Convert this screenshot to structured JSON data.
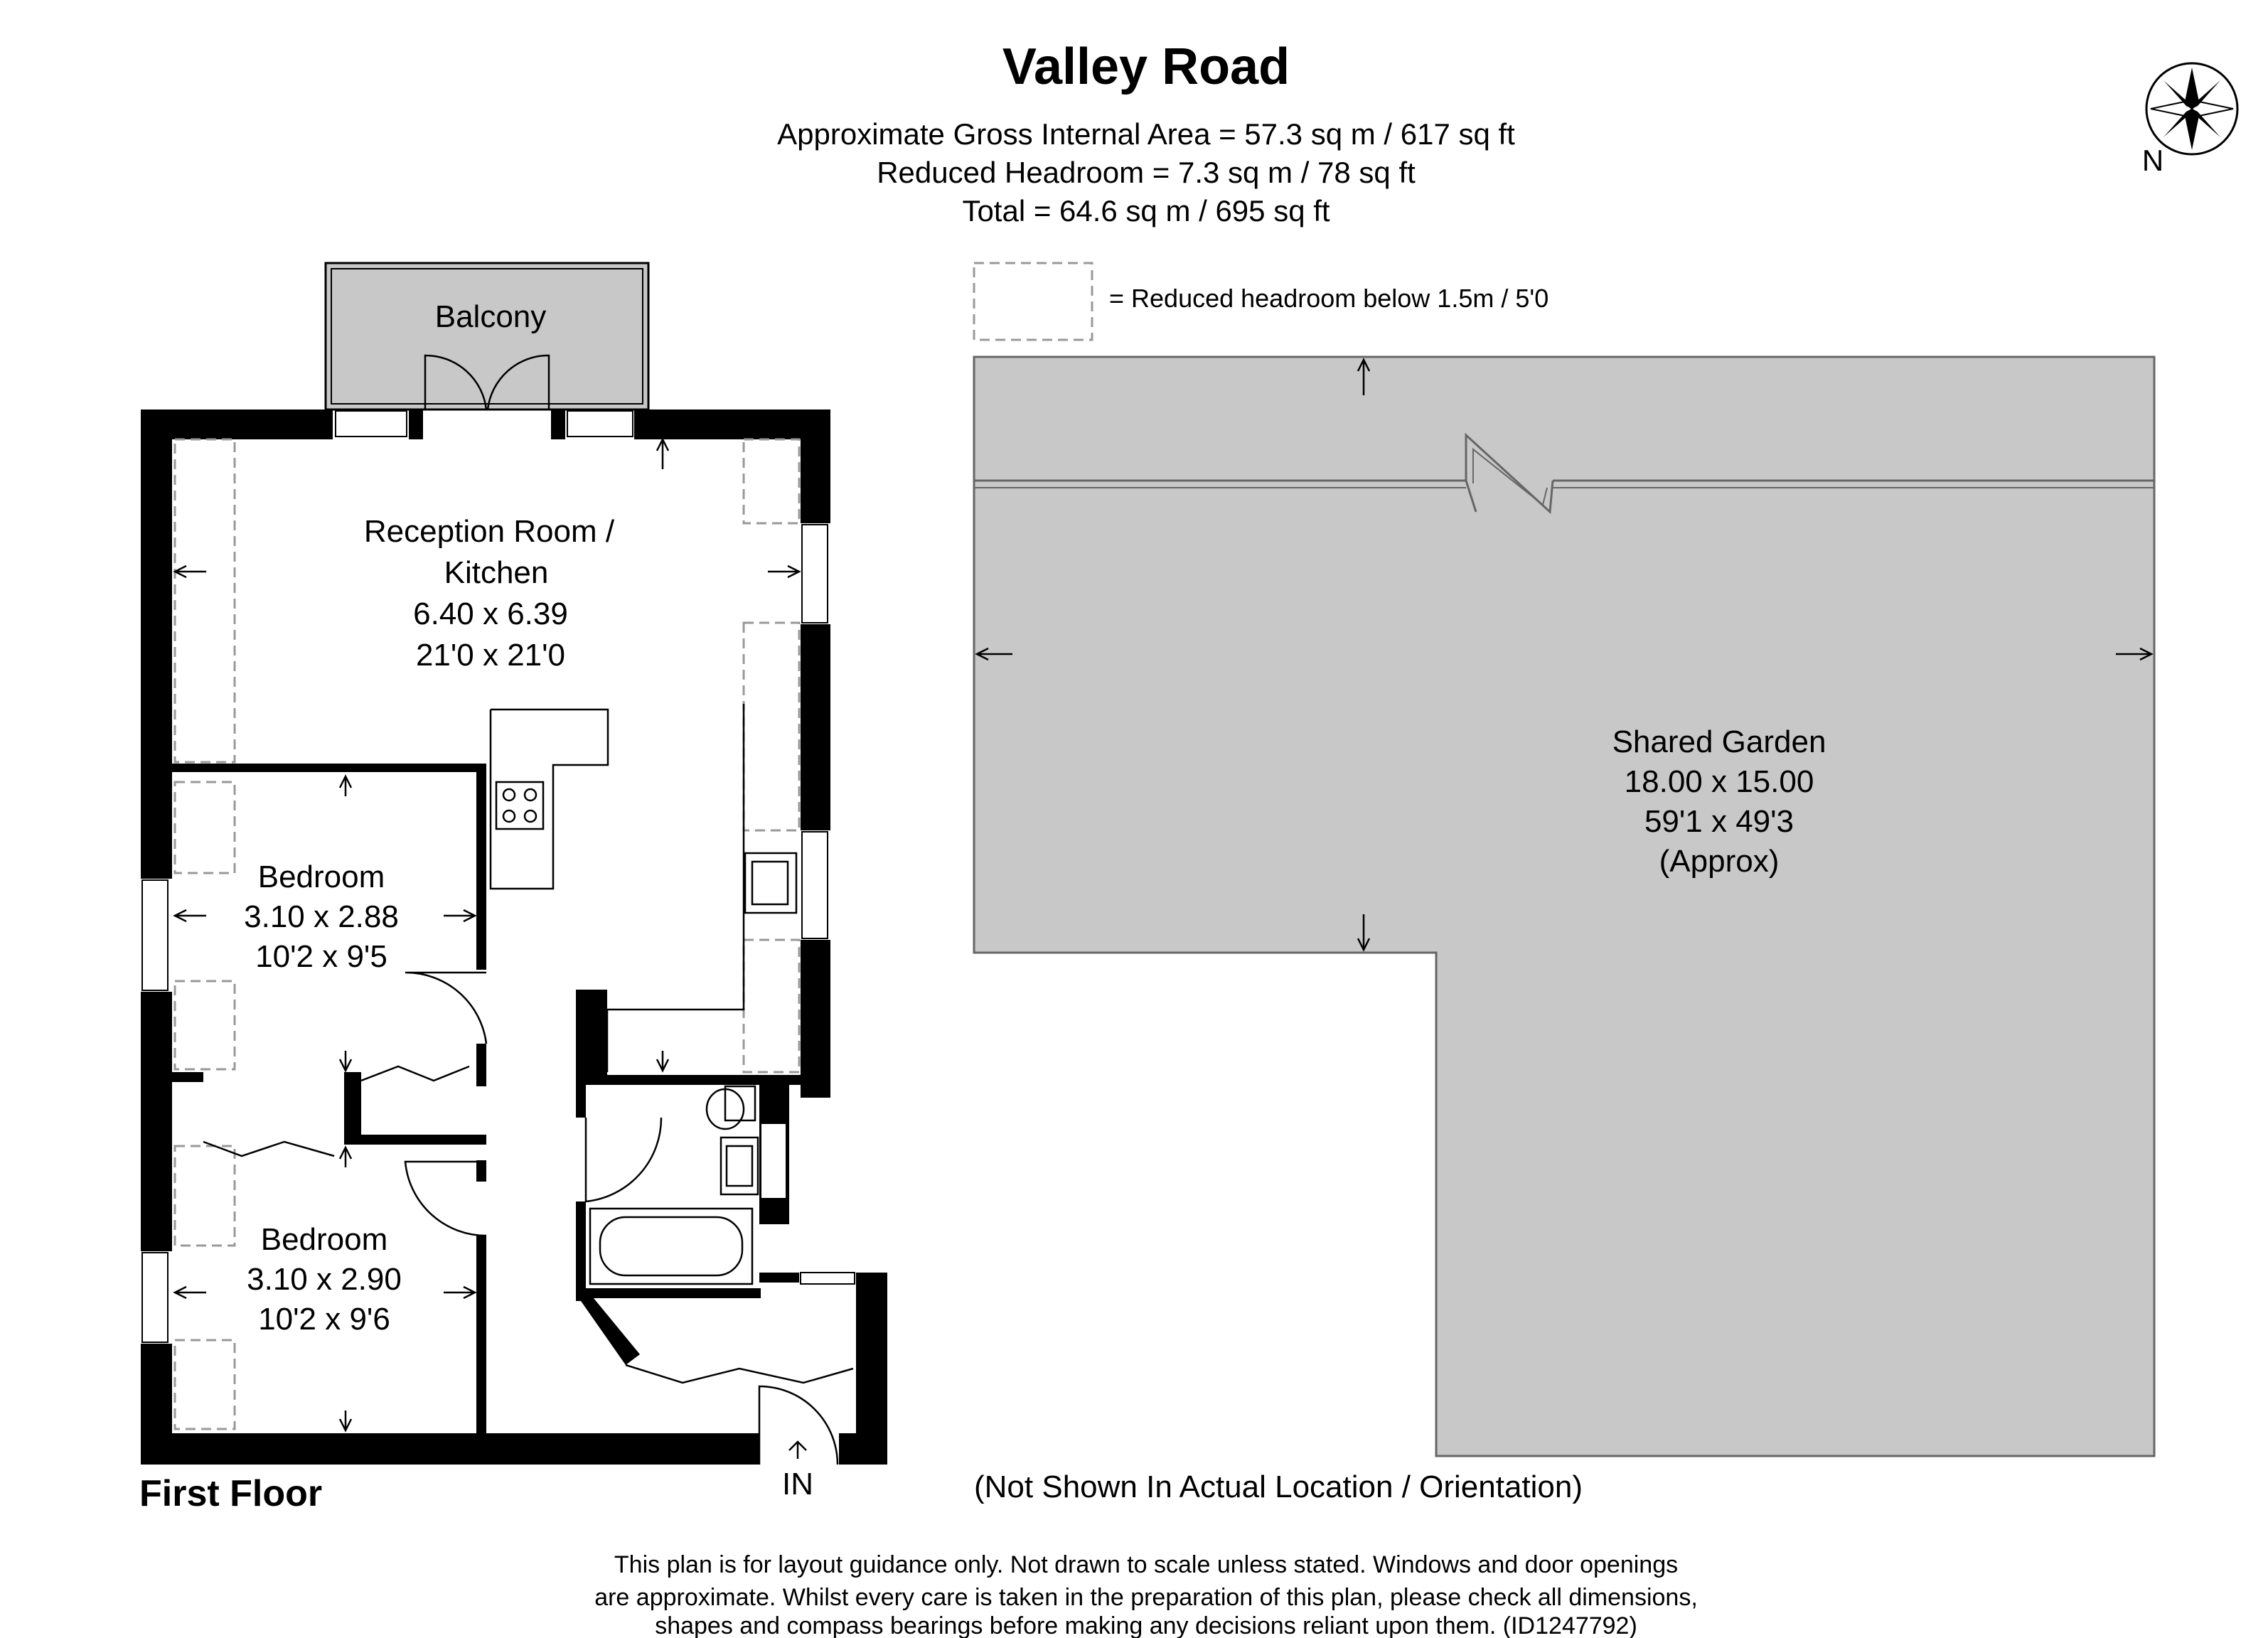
{
  "header": {
    "title": "Valley Road",
    "area_line_1": "Approximate Gross Internal Area = 57.3 sq m / 617 sq ft",
    "area_line_2": "Reduced Headroom = 7.3 sq m / 78 sq ft",
    "area_line_3": "Total = 64.6 sq m / 695 sq ft"
  },
  "compass": {
    "label": "N",
    "icon": "compass-rose-icon"
  },
  "legend": {
    "text": "= Reduced headroom below 1.5m / 5'0"
  },
  "rooms": {
    "balcony": {
      "name": "Balcony"
    },
    "reception": {
      "name_1": "Reception Room /",
      "name_2": "Kitchen",
      "metric": "6.40 x 6.39",
      "imperial": "21'0 x 21'0"
    },
    "bedroom1": {
      "name": "Bedroom",
      "metric": "3.10 x 2.88",
      "imperial": "10'2 x 9'5"
    },
    "bedroom2": {
      "name": "Bedroom",
      "metric": "3.10 x 2.90",
      "imperial": "10'2 x 9'6"
    }
  },
  "entrance": {
    "label": "IN"
  },
  "floor_label": "First Floor",
  "garden": {
    "name": "Shared Garden",
    "metric": "18.00 x 15.00",
    "imperial": "59'1 x 49'3",
    "note": "(Approx)"
  },
  "orientation_note": "(Not Shown In Actual Location / Orientation)",
  "disclaimer": {
    "line_1": "This plan is for layout guidance only. Not drawn to scale unless stated. Windows and door openings",
    "line_2": "are approximate. Whilst every care is taken in the preparation of this plan, please check all dimensions,",
    "line_3": "shapes and compass bearings before making any decisions reliant upon them. (ID1247792)"
  },
  "colors": {
    "wall": "#000000",
    "balcony_fill": "#c8c8c8",
    "garden_fill": "#c8c8c8",
    "dashed_headroom": "#999999"
  }
}
